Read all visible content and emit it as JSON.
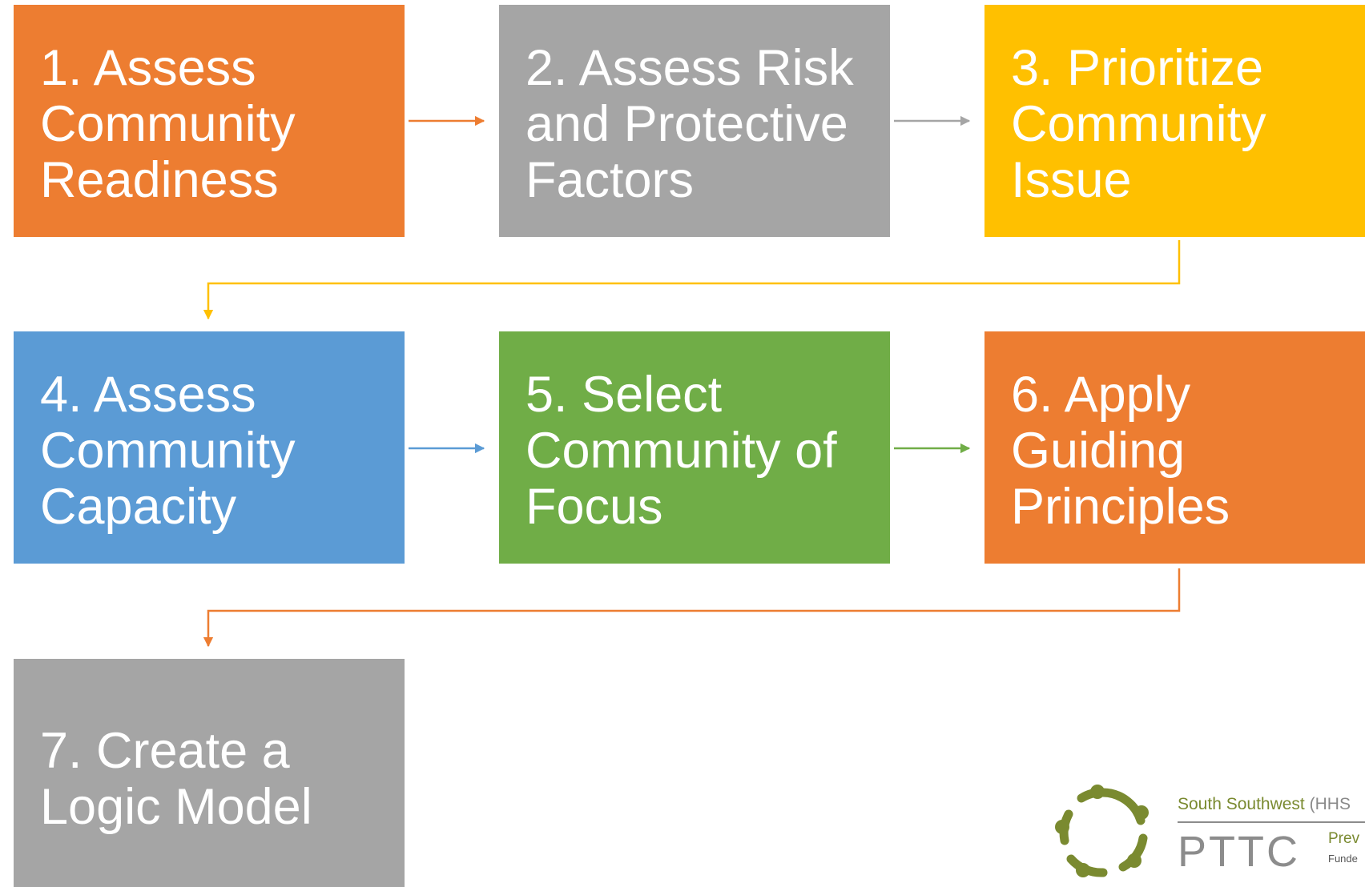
{
  "steps": [
    {
      "text": "1. Assess\nCommunity\nReadiness",
      "color": "#ED7D31"
    },
    {
      "text": "2. Assess Risk\nand Protective\nFactors",
      "color": "#A5A5A5"
    },
    {
      "text": "3. Prioritize\nCommunity\nIssue",
      "color": "#FFC000"
    },
    {
      "text": "4. Assess\nCommunity\nCapacity",
      "color": "#5B9BD5"
    },
    {
      "text": "5. Select\nCommunity of\nFocus",
      "color": "#70AD47"
    },
    {
      "text": "6. Apply\nGuiding\nPrinciples",
      "color": "#ED7D31"
    },
    {
      "text": "7. Create a\nLogic Model",
      "color": "#A5A5A5"
    }
  ],
  "connectors": [
    {
      "from": 1,
      "to": 2,
      "color": "#ED7D31"
    },
    {
      "from": 2,
      "to": 3,
      "color": "#A5A5A5"
    },
    {
      "from": 3,
      "to": 4,
      "color": "#FFC000"
    },
    {
      "from": 4,
      "to": 5,
      "color": "#5B9BD5"
    },
    {
      "from": 5,
      "to": 6,
      "color": "#70AD47"
    },
    {
      "from": 6,
      "to": 7,
      "color": "#ED7D31"
    }
  ],
  "logo": {
    "region": "South Southwest",
    "region_suffix": " (HHS",
    "acronym": "PTTC",
    "line1": "Prev",
    "line2": "Funde",
    "color": "#7A8A30"
  }
}
